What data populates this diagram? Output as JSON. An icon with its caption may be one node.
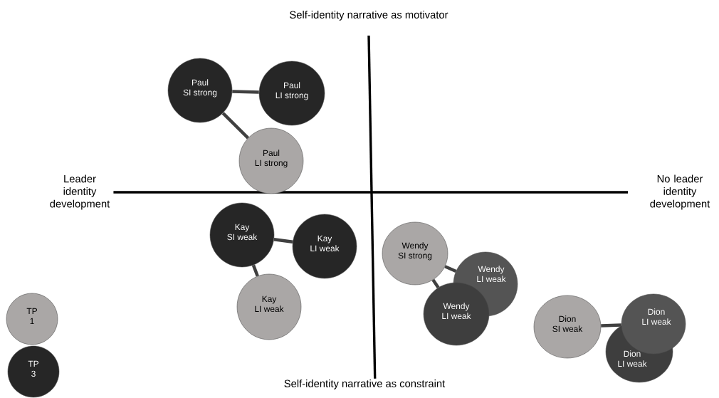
{
  "diagram": {
    "nodes": [
      {
        "text": [
          "Paul",
          "SI strong"
        ]
      },
      {
        "text": [
          "Paul",
          "LI strong"
        ]
      },
      {
        "text": [
          "Paul",
          "LI strong"
        ]
      },
      {
        "text": [
          "Kay",
          "SI weak"
        ]
      },
      {
        "text": [
          "Kay",
          "LI weak"
        ]
      },
      {
        "text": [
          "Kay",
          "LI weak"
        ]
      },
      {
        "text": [
          "Wendy",
          "SI strong"
        ]
      },
      {
        "text": [
          "Wendy",
          "LI weak"
        ]
      },
      {
        "text": [
          "Wendy",
          "LI weak"
        ]
      },
      {
        "text": [
          "Dion",
          "SI weak"
        ]
      },
      {
        "text": [
          "Dion",
          "LI weak"
        ]
      },
      {
        "text": [
          "Dion",
          "LI weak"
        ]
      },
      {
        "text": [
          "TP",
          "1"
        ]
      },
      {
        "text": [
          "TP",
          "3"
        ]
      }
    ],
    "edges": [
      {
        "from": 0,
        "to": 1,
        "arrow": "none"
      },
      {
        "from": 0,
        "to": 2,
        "arrow": "none"
      },
      {
        "from": 3,
        "to": 4,
        "arrow": "none"
      },
      {
        "from": 3,
        "to": 5,
        "arrow": "none"
      },
      {
        "from": 6,
        "to": 7,
        "arrow": "none"
      },
      {
        "from": 6,
        "to": 8,
        "arrow": "none"
      },
      {
        "from": 9,
        "to": 10,
        "arrow": "none"
      }
    ],
    "labels": [
      "Self-identity narrative as motivator",
      "Leader identity development",
      "No leader identity development",
      "Self-identity narrative as constraint"
    ]
  }
}
